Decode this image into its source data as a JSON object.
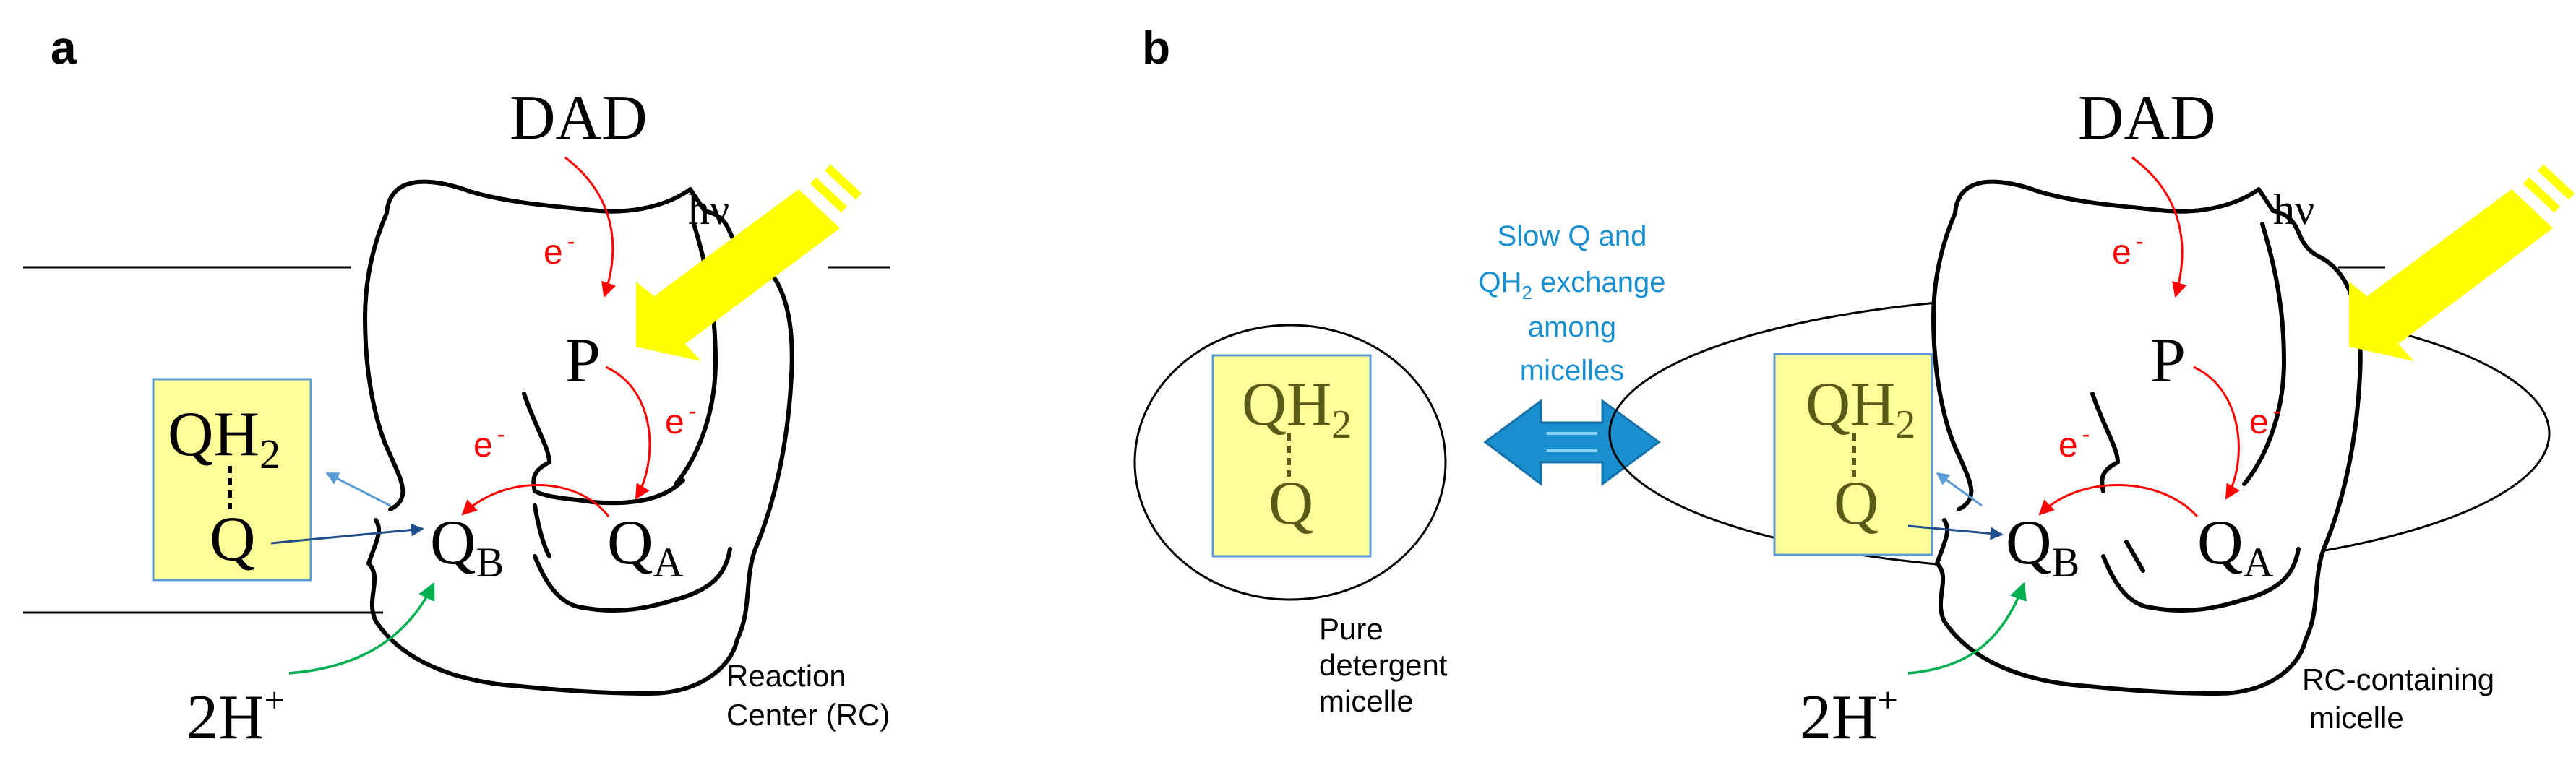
{
  "panels": {
    "a": {
      "letter": "a",
      "dad": "DAD",
      "hv": "hν",
      "p": "P",
      "qb_main": "Q",
      "qb_sub": "B",
      "qa_main": "Q",
      "qa_sub": "A",
      "qh2_main": "QH",
      "qh2_sub": "2",
      "q": "Q",
      "protons_main": "2H",
      "protons_sup": "+",
      "electron_main": "e",
      "electron_sup": "-",
      "caption_line1": "Reaction",
      "caption_line2": "Center (RC)"
    },
    "b": {
      "letter": "b",
      "dad": "DAD",
      "hv": "hν",
      "p": "P",
      "qb_main": "Q",
      "qb_sub": "B",
      "qa_main": "Q",
      "qa_sub": "A",
      "qh2_main": "QH",
      "qh2_sub": "2",
      "q": "Q",
      "protons_main": "2H",
      "protons_sup": "+",
      "electron_main": "e",
      "electron_sup": "-",
      "exchange_line1": "Slow Q and",
      "exchange_line2_main": "QH",
      "exchange_line2_sub": "2",
      "exchange_line2_rest": " exchange",
      "exchange_line3": "among",
      "exchange_line4": "micelles",
      "pure_line1": "Pure",
      "pure_line2": "detergent",
      "pure_line3": "micelle",
      "rc_line1": "RC-containing",
      "rc_line2": "micelle",
      "pure_q_main": "QH",
      "pure_q_sub": "2",
      "pure_q": "Q"
    }
  },
  "colors": {
    "electron": "#ff0000",
    "proton_arrow": "#00b050",
    "light": "#ffff00",
    "quinone_box": "#ffff99",
    "exchange_arrow": "#1a8fd0",
    "exchange_text": "#1a8fd0"
  }
}
